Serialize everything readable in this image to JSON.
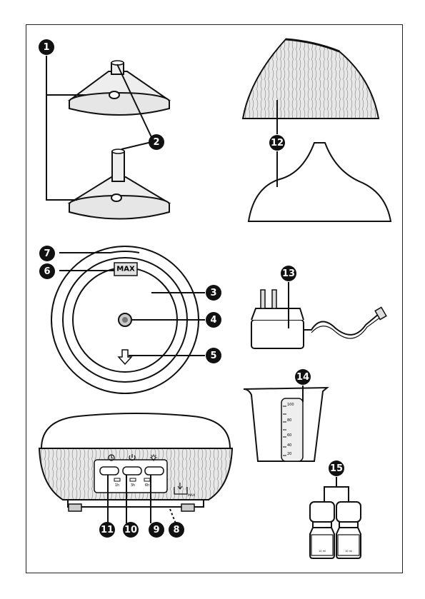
{
  "callouts": [
    "1",
    "2",
    "3",
    "4",
    "5",
    "6",
    "7",
    "8",
    "9",
    "10",
    "11",
    "12",
    "13",
    "14",
    "15"
  ],
  "labels": {
    "max": "MAX",
    "timer_1h": "1h",
    "timer_3h": "3h",
    "timer_6h": "6h",
    "max_small": "MAX",
    "cup_marks": [
      "100",
      "80",
      "60",
      "40",
      "20"
    ],
    "bottle_volume": "10 ml"
  },
  "icon_names": [
    "timer-icon",
    "power-icon",
    "light-icon",
    "water-level-icon",
    "arrow-down-icon"
  ]
}
